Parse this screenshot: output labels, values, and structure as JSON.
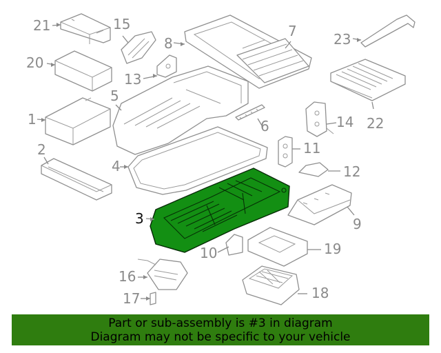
{
  "callouts": [
    "1",
    "2",
    "3",
    "4",
    "5",
    "6",
    "7",
    "8",
    "9",
    "10",
    "11",
    "12",
    "13",
    "14",
    "15",
    "16",
    "17",
    "18",
    "19",
    "20",
    "21",
    "22",
    "23"
  ],
  "highlighted_part": "3",
  "banner": {
    "line1": "Part or sub-assembly is #3 in diagram",
    "line2": "Diagram may not be specific to your vehicle"
  },
  "colors": {
    "highlight": "#138f13",
    "banner_bg": "#2f7d0f",
    "line_art": "#8f8f8f"
  }
}
